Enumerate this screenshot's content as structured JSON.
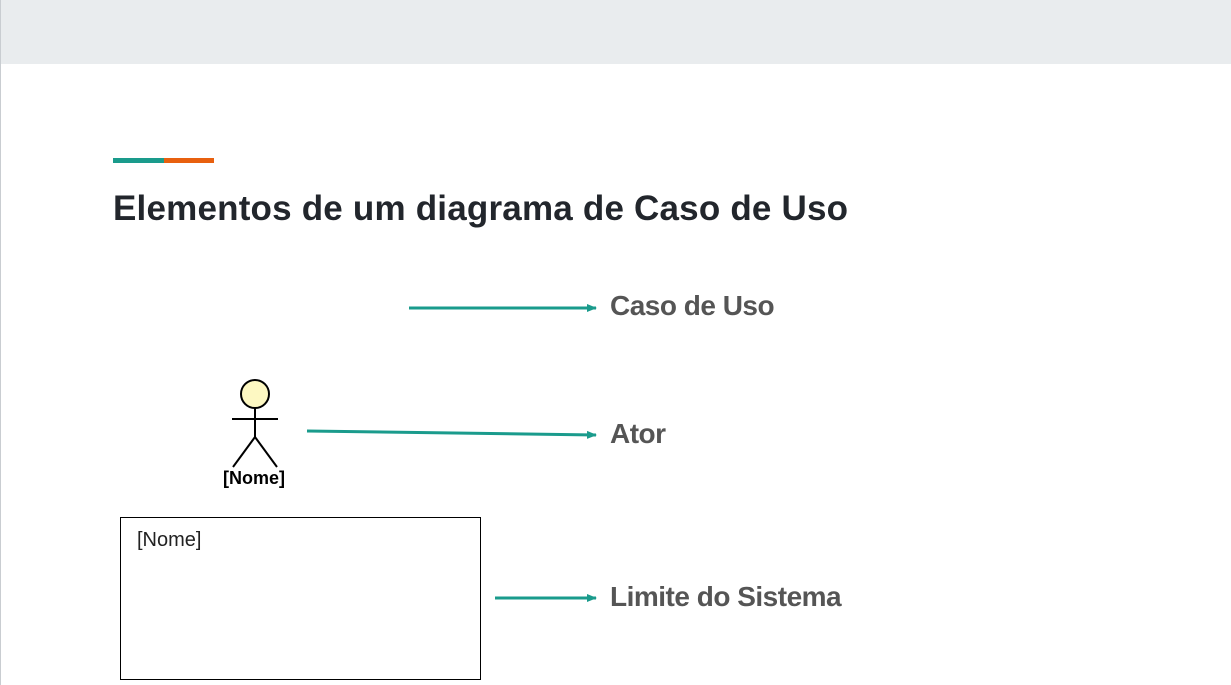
{
  "slide": {
    "title": "Elementos de um diagrama de Caso de Uso"
  },
  "colors": {
    "accent_teal": "#1a9b8c",
    "accent_orange": "#e8600f",
    "arrow": "#1a9b8c",
    "label_text": "#555555",
    "actor_head_fill": "#fdf8c2"
  },
  "diagram": {
    "elements": [
      {
        "label": "Caso de Uso"
      },
      {
        "label": "Ator",
        "symbol_name": "[Nome]",
        "icon": "stick-figure-icon"
      },
      {
        "label": "Limite do Sistema",
        "symbol_name": "[Nome]"
      }
    ]
  }
}
